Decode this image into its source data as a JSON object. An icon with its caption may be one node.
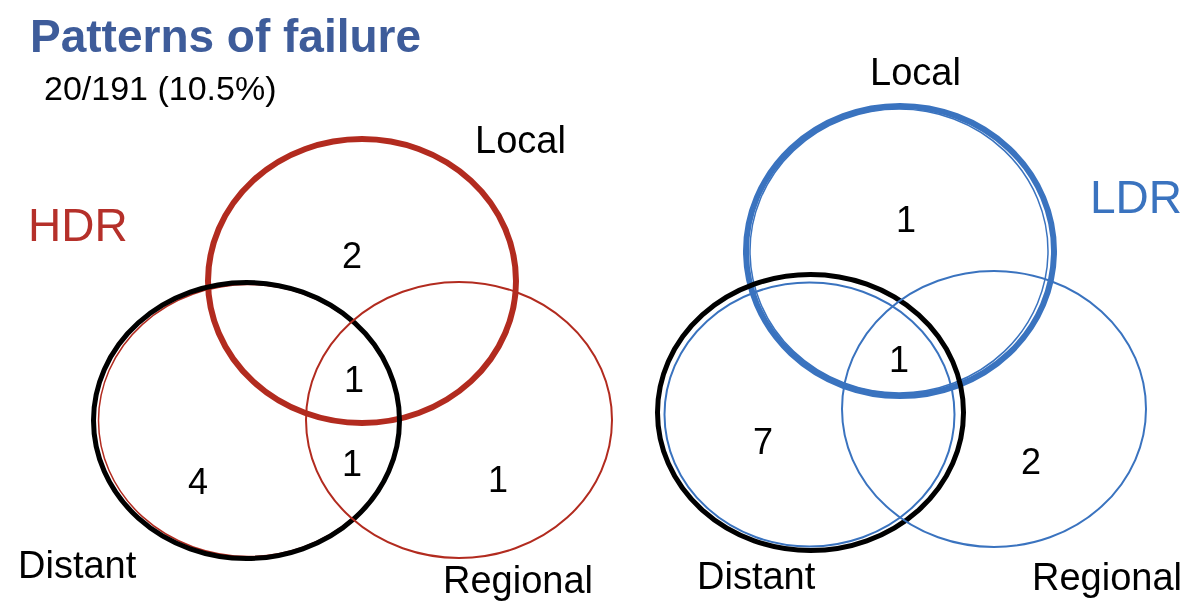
{
  "diagram": {
    "title": "Patterns of failure",
    "nodes": [
      {
        "text": [
          "Local"
        ]
      },
      {
        "text": [
          "Distant"
        ]
      },
      {
        "text": [
          "Regional"
        ]
      },
      {
        "text": [
          "Local"
        ]
      },
      {
        "text": [
          "Distant"
        ]
      },
      {
        "text": [
          "Regional"
        ]
      }
    ],
    "labels": [
      "20/191 (10.5%)",
      "HDR",
      "2",
      "1",
      "1",
      "4",
      "1",
      "LDR",
      "1",
      "1",
      "7",
      "2"
    ]
  }
}
